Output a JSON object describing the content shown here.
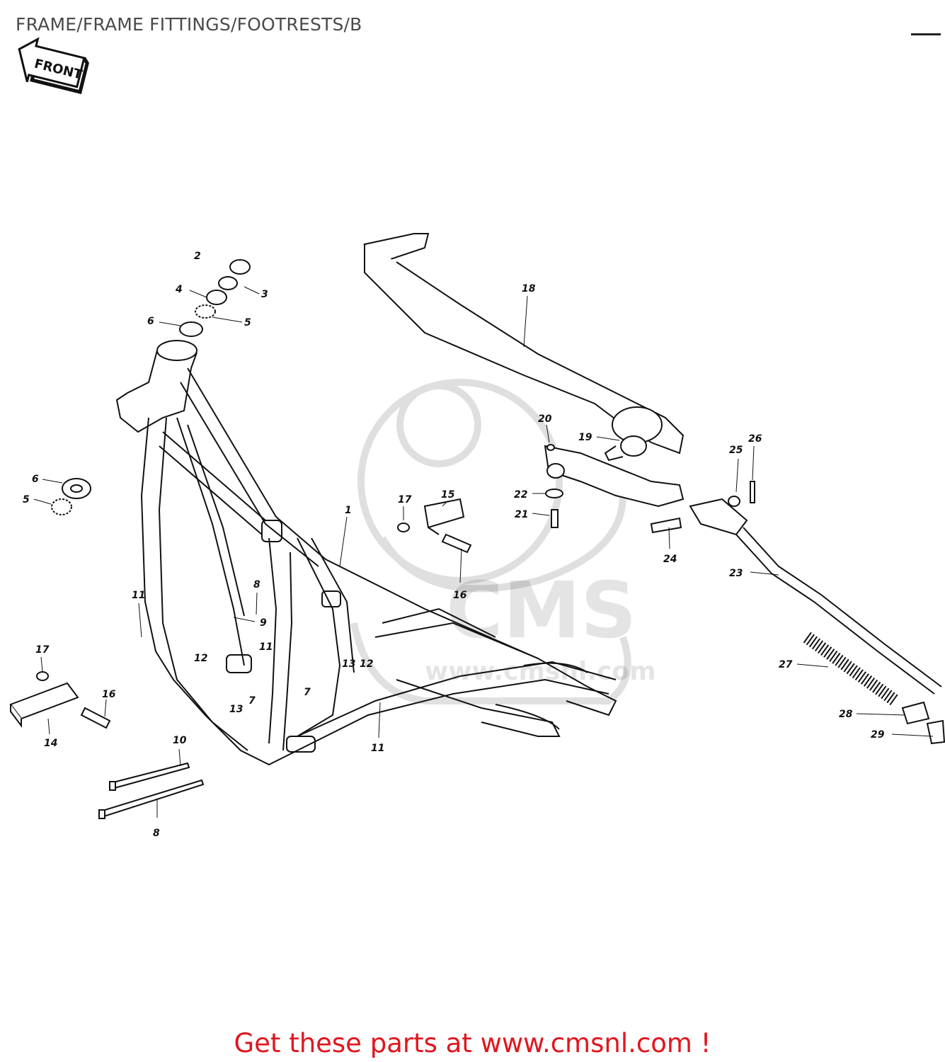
{
  "header": {
    "title": "FRAME/FRAME FITTINGS/FOOTRESTS/B"
  },
  "diagram": {
    "front_label": "FRONT",
    "watermark_text": "CMS",
    "watermark_sub": "www.cmsnl.com",
    "callouts": [
      {
        "id": "c1",
        "label": "1"
      },
      {
        "id": "c2",
        "label": "2"
      },
      {
        "id": "c3",
        "label": "3"
      },
      {
        "id": "c4",
        "label": "4"
      },
      {
        "id": "c5a",
        "label": "5"
      },
      {
        "id": "c5b",
        "label": "5"
      },
      {
        "id": "c6a",
        "label": "6"
      },
      {
        "id": "c6b",
        "label": "6"
      },
      {
        "id": "c7a",
        "label": "7"
      },
      {
        "id": "c7b",
        "label": "7"
      },
      {
        "id": "c8a",
        "label": "8"
      },
      {
        "id": "c8b",
        "label": "8"
      },
      {
        "id": "c9",
        "label": "9"
      },
      {
        "id": "c10",
        "label": "10"
      },
      {
        "id": "c11a",
        "label": "11"
      },
      {
        "id": "c11b",
        "label": "11"
      },
      {
        "id": "c11c",
        "label": "11"
      },
      {
        "id": "c12a",
        "label": "12"
      },
      {
        "id": "c12b",
        "label": "12"
      },
      {
        "id": "c13a",
        "label": "13"
      },
      {
        "id": "c13b",
        "label": "13"
      },
      {
        "id": "c14",
        "label": "14"
      },
      {
        "id": "c15",
        "label": "15"
      },
      {
        "id": "c16a",
        "label": "16"
      },
      {
        "id": "c16b",
        "label": "16"
      },
      {
        "id": "c17a",
        "label": "17"
      },
      {
        "id": "c17b",
        "label": "17"
      },
      {
        "id": "c18",
        "label": "18"
      },
      {
        "id": "c19",
        "label": "19"
      },
      {
        "id": "c20",
        "label": "20"
      },
      {
        "id": "c21",
        "label": "21"
      },
      {
        "id": "c22",
        "label": "22"
      },
      {
        "id": "c23",
        "label": "23"
      },
      {
        "id": "c24",
        "label": "24"
      },
      {
        "id": "c25",
        "label": "25"
      },
      {
        "id": "c26",
        "label": "26"
      },
      {
        "id": "c27",
        "label": "27"
      },
      {
        "id": "c28",
        "label": "28"
      },
      {
        "id": "c29",
        "label": "29"
      }
    ]
  },
  "footer": {
    "link_text": "Get these parts at www.cmsnl.com !"
  }
}
